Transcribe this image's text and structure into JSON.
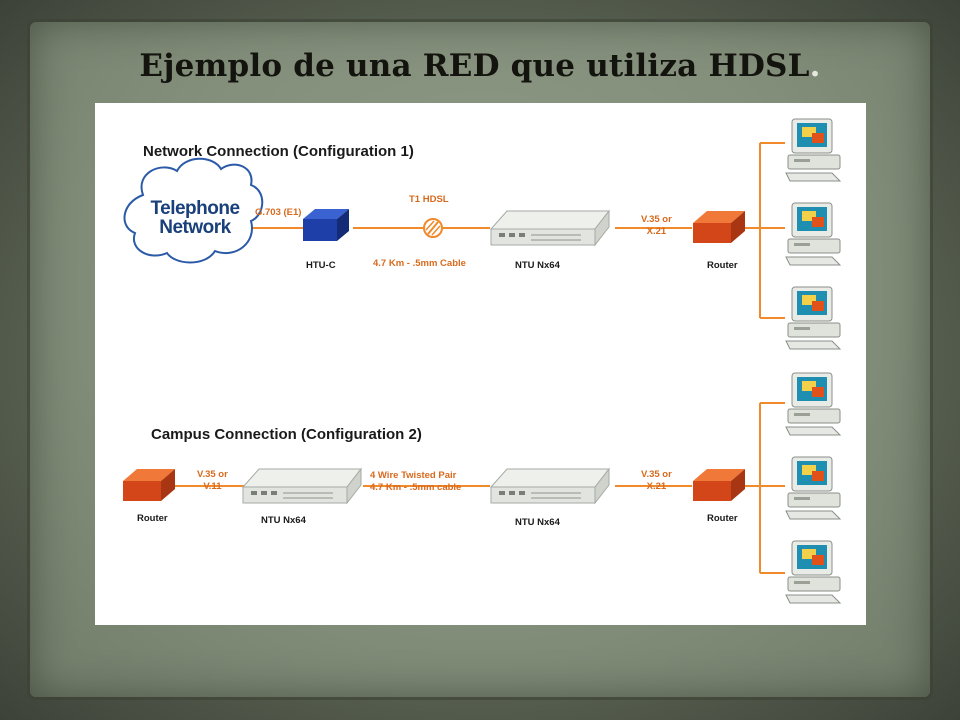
{
  "slide": {
    "title": "Ejemplo de una RED que utiliza HDSL",
    "title_dot": "."
  },
  "config1": {
    "heading": "Network Connection (Configuration 1)",
    "cloud_line1": "Telephone",
    "cloud_line2": "Network",
    "link_g703": "G.703 (E1)",
    "htu_label": "HTU-C",
    "t1_label": "T1 HDSL",
    "cable_label": "4.7 Km - .5mm Cable",
    "ntu_label": "NTU Nx64",
    "v35_line1": "V.35 or",
    "v35_line2": "X.21",
    "router_label": "Router"
  },
  "config2": {
    "heading": "Campus Connection (Configuration 2)",
    "router_left_label": "Router",
    "v35_line1": "V.35 or",
    "v35_line2": "V.11",
    "ntu_left_label": "NTU Nx64",
    "pair_line1": "4 Wire Twisted Pair",
    "pair_line2": "4.7 Km - .5mm cable",
    "ntu_right_label": "NTU Nx64",
    "v35r_line1": "V.35 or",
    "v35r_line2": "X.21",
    "router_right_label": "Router"
  },
  "colors": {
    "link": "#f08a2a",
    "router": "#e0521a",
    "htu": "#1e3fa8",
    "cloud_text": "#19407a",
    "label_orange": "#d86a1e"
  }
}
